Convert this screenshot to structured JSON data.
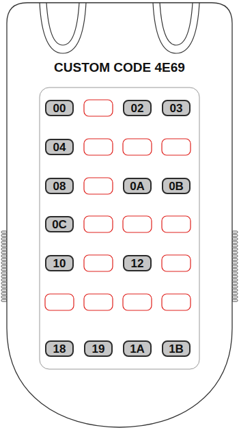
{
  "diagram": {
    "title": "CUSTOM CODE 4E69",
    "nodes": [
      {
        "text": [
          "00"
        ]
      },
      {
        "text": [
          "02"
        ]
      },
      {
        "text": [
          "03"
        ]
      },
      {
        "text": [
          "04"
        ]
      },
      {
        "text": [
          "08"
        ]
      },
      {
        "text": [
          "0A"
        ]
      },
      {
        "text": [
          "0B"
        ]
      },
      {
        "text": [
          "0C"
        ]
      },
      {
        "text": [
          "10"
        ]
      },
      {
        "text": [
          "12"
        ]
      },
      {
        "text": [
          "18"
        ]
      },
      {
        "text": [
          "19"
        ]
      },
      {
        "text": [
          "1A"
        ]
      },
      {
        "text": [
          "1B"
        ]
      }
    ]
  }
}
